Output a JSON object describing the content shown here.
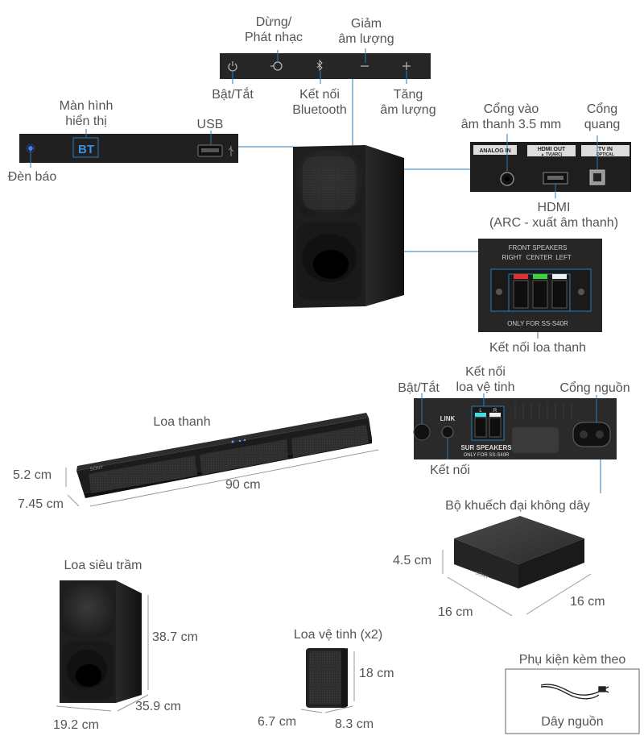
{
  "colors": {
    "line": "#2a7ab8",
    "device": "#2b2b2b",
    "text": "#555555",
    "accent": "#00aaff"
  },
  "top_panel": {
    "pause_play": "Dừng/\nPhát nhạc",
    "vol_down": "Giảm\nâm lượng",
    "power": "Bật/Tắt",
    "bluetooth": "Kết nối\nBluetooth",
    "vol_up": "Tăng\nâm lượng"
  },
  "front_panel": {
    "display": "Màn hình\nhiển thị",
    "display_text": "BT",
    "usb": "USB",
    "indicator": "Đèn báo"
  },
  "rear_ports": {
    "analog": "Cổng vào\nâm thanh 3.5 mm",
    "optical": "Cổng\nquang",
    "hdmi": "HDMI\n(ARC - xuất âm thanh)",
    "analog_in_print": "ANALOG IN",
    "hdmi_out_print": "HDMI OUT",
    "hdmi_arc_print": "▲ TV(ARC)",
    "tv_in_print": "TV IN",
    "optical_print": "OPTICAL"
  },
  "front_speakers": {
    "title_print": "FRONT SPEAKERS",
    "right_print": "RIGHT",
    "center_print": "CENTER",
    "left_print": "LEFT",
    "only_print": "ONLY FOR SS-S40R",
    "caption": "Kết nối loa thanh"
  },
  "amp_back": {
    "power": "Bật/Tắt",
    "satellite": "Kết nối\nloa vệ tinh",
    "power_port": "Cổng nguồn",
    "link": "Kết nối",
    "link_print": "LINK",
    "sur_print": "SUR SPEAKERS",
    "sur_only_print": "ONLY FOR SS-S40R",
    "l_print": "L",
    "r_print": "R"
  },
  "soundbar": {
    "title": "Loa thanh",
    "height": "5.2 cm",
    "depth": "7.45 cm",
    "width": "90 cm",
    "brand": "SONY"
  },
  "amplifier": {
    "title": "Bộ khuếch đại không dây",
    "height": "4.5 cm",
    "width": "16 cm",
    "depth": "16 cm",
    "brand": "SONY"
  },
  "subwoofer": {
    "title": "Loa siêu trầm",
    "height": "38.7 cm",
    "depth": "35.9 cm",
    "width": "19.2 cm"
  },
  "satellite": {
    "title": "Loa vệ tinh (x2)",
    "height": "18 cm",
    "width": "6.7 cm",
    "depth": "8.3 cm"
  },
  "accessory": {
    "title": "Phụ kiện kèm theo",
    "item": "Dây nguồn"
  }
}
